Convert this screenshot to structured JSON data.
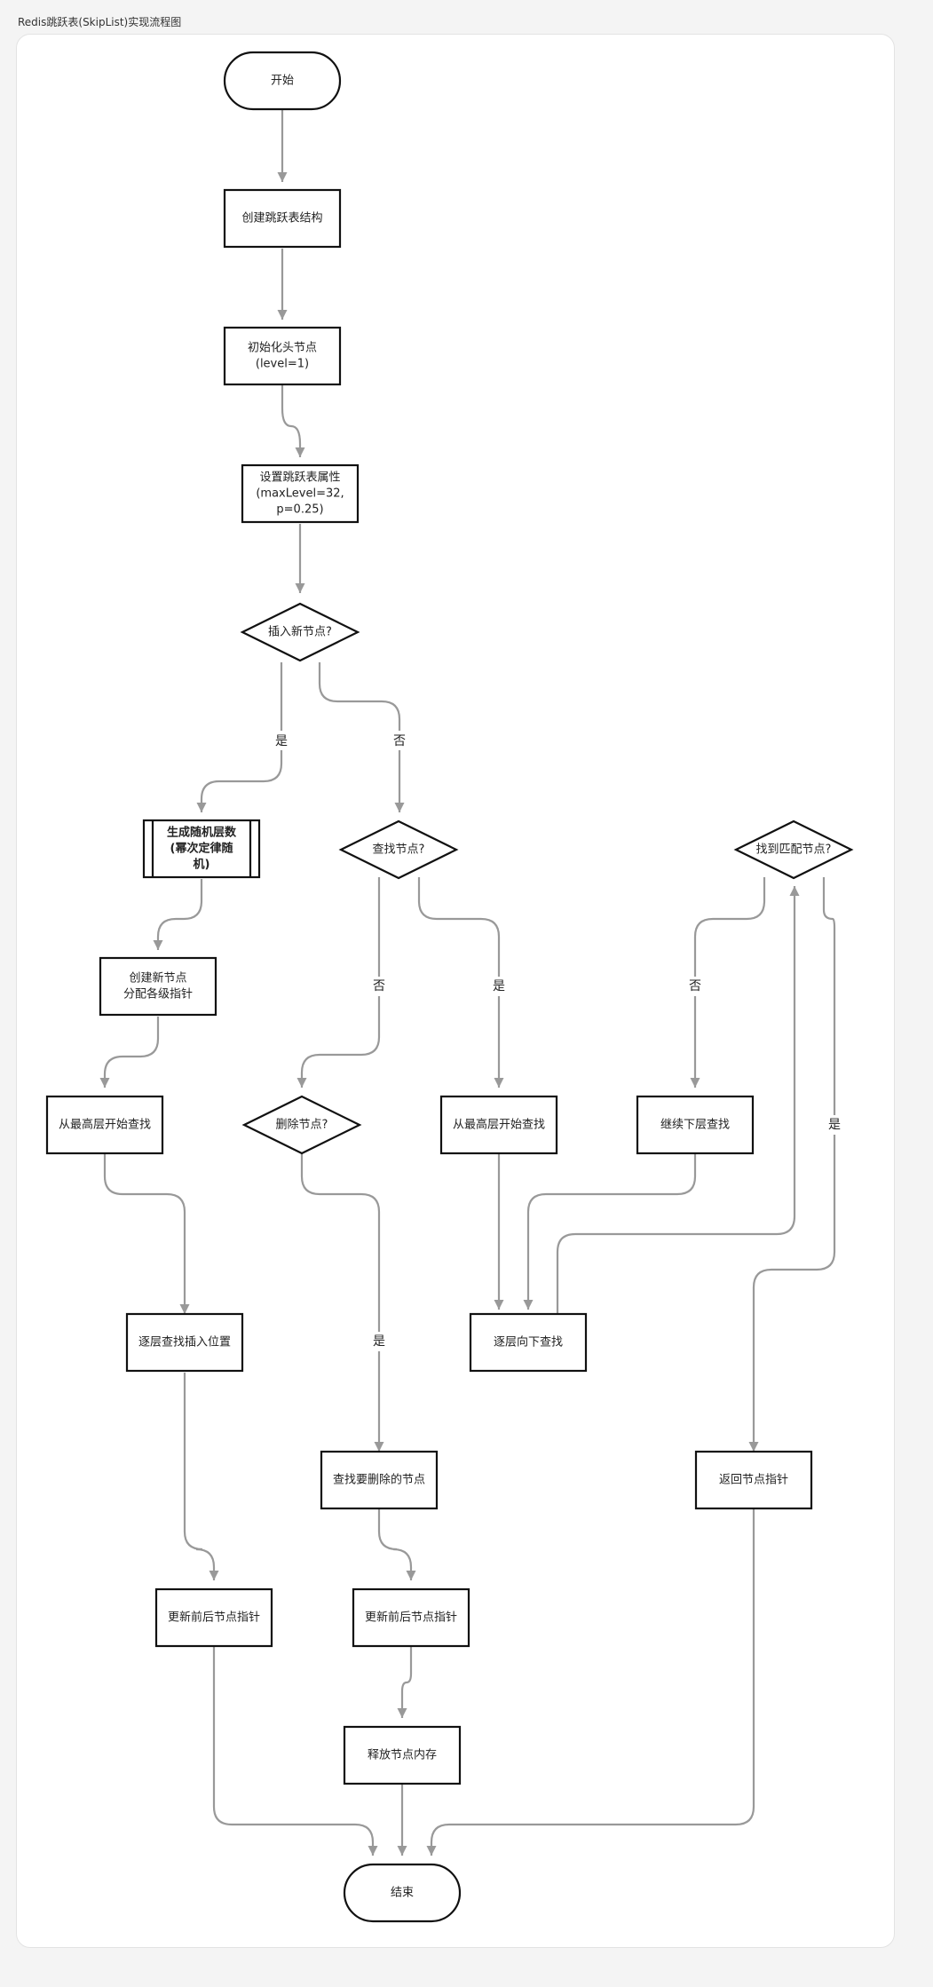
{
  "title": "Redis跳跃表(SkipList)实现流程图",
  "nodes": {
    "start": [
      "开始"
    ],
    "create_struct": [
      "创建跳跃表结构"
    ],
    "init_head": [
      "初始化头节点",
      "(level=1)"
    ],
    "set_attrs": [
      "设置跳跃表属性",
      "(maxLevel=32,",
      "p=0.25)"
    ],
    "q_insert": [
      "插入新节点?"
    ],
    "gen_level": [
      "生成随机层数",
      "(幂次定律随",
      "机)"
    ],
    "q_find": [
      "查找节点?"
    ],
    "q_match": [
      "找到匹配节点?"
    ],
    "create_node": [
      "创建新节点",
      "分配各级指针"
    ],
    "search_top_insert": [
      "从最高层开始查找"
    ],
    "q_delete": [
      "删除节点?"
    ],
    "search_top_find": [
      "从最高层开始查找"
    ],
    "next_level": [
      "继续下层查找"
    ],
    "find_pos": [
      "逐层查找插入位置"
    ],
    "down_search": [
      "逐层向下查找"
    ],
    "find_delete": [
      "查找要删除的节点"
    ],
    "return_ptr": [
      "返回节点指针"
    ],
    "update_ins": [
      "更新前后节点指针"
    ],
    "update_del": [
      "更新前后节点指针"
    ],
    "free_mem": [
      "释放节点内存"
    ],
    "end": [
      "结束"
    ]
  },
  "edge_labels": {
    "insert_yes": "是",
    "insert_no": "否",
    "find_no": "否",
    "find_yes": "是",
    "match_no": "否",
    "match_yes": "是",
    "delete_yes": "是"
  }
}
